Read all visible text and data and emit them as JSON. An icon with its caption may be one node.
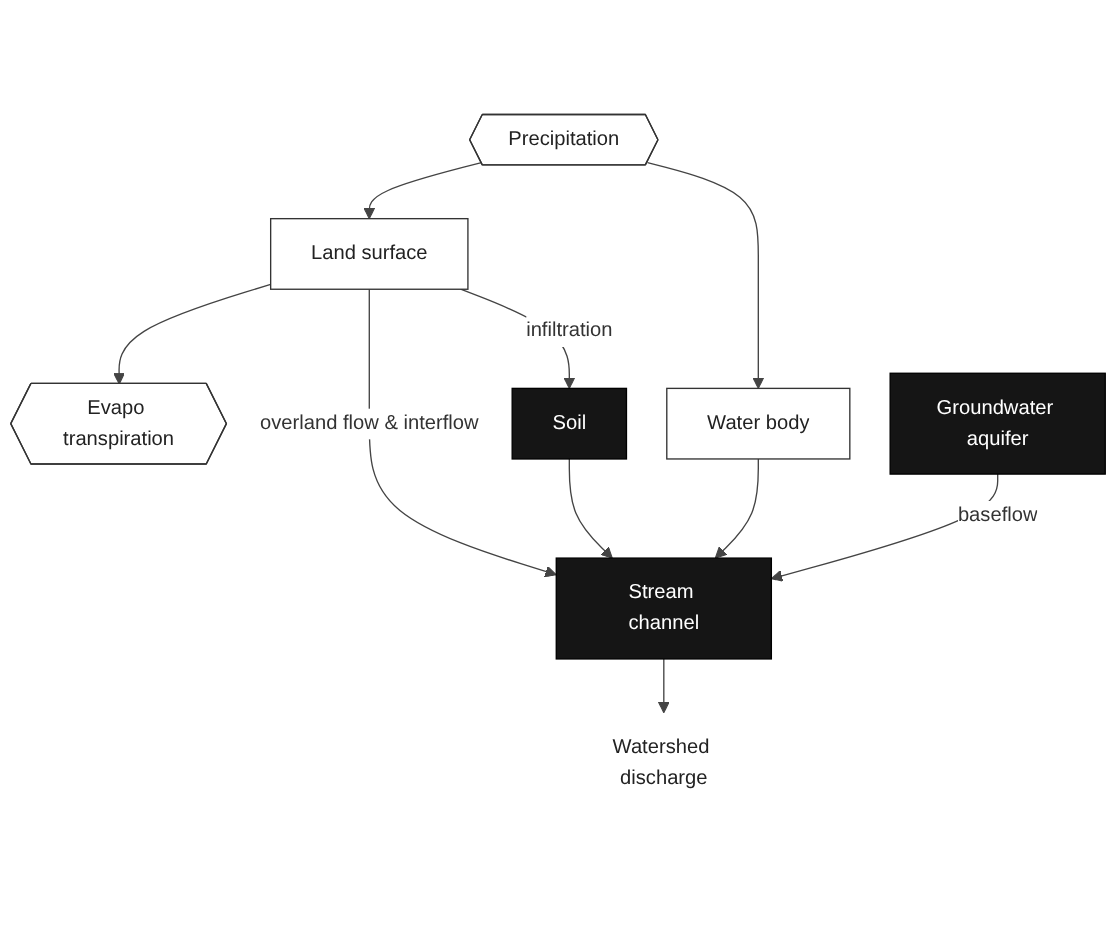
{
  "diagram": {
    "nodes": [
      {
        "text": [
          "Precipitation"
        ]
      },
      {
        "text": [
          "Evapo transpiration"
        ]
      },
      {
        "text": [
          "Land surface"
        ]
      },
      {
        "text": [
          "Water body"
        ]
      },
      {
        "text": [
          "Soil"
        ]
      },
      {
        "text": [
          "Stream channel"
        ]
      },
      {
        "text": [
          "Groundwater aquifer"
        ]
      },
      {
        "text": [
          "Watershed discharge"
        ]
      }
    ],
    "edges": [
      {
        "from": 0,
        "to": 2,
        "arrow": "to"
      },
      {
        "from": 0,
        "to": 3,
        "arrow": "to"
      },
      {
        "from": 2,
        "to": 1,
        "arrow": "to"
      },
      {
        "from": 2,
        "to": 4,
        "label": "infiltration",
        "arrow": "to"
      },
      {
        "from": 2,
        "to": 5,
        "label": "overland flow & interflow",
        "arrow": "to"
      },
      {
        "from": 4,
        "to": 5,
        "arrow": "to"
      },
      {
        "from": 3,
        "to": 5,
        "arrow": "to"
      },
      {
        "from": 6,
        "to": 5,
        "label": "baseflow",
        "arrow": "to"
      },
      {
        "from": 5,
        "to": 7,
        "arrow": "to"
      }
    ]
  }
}
